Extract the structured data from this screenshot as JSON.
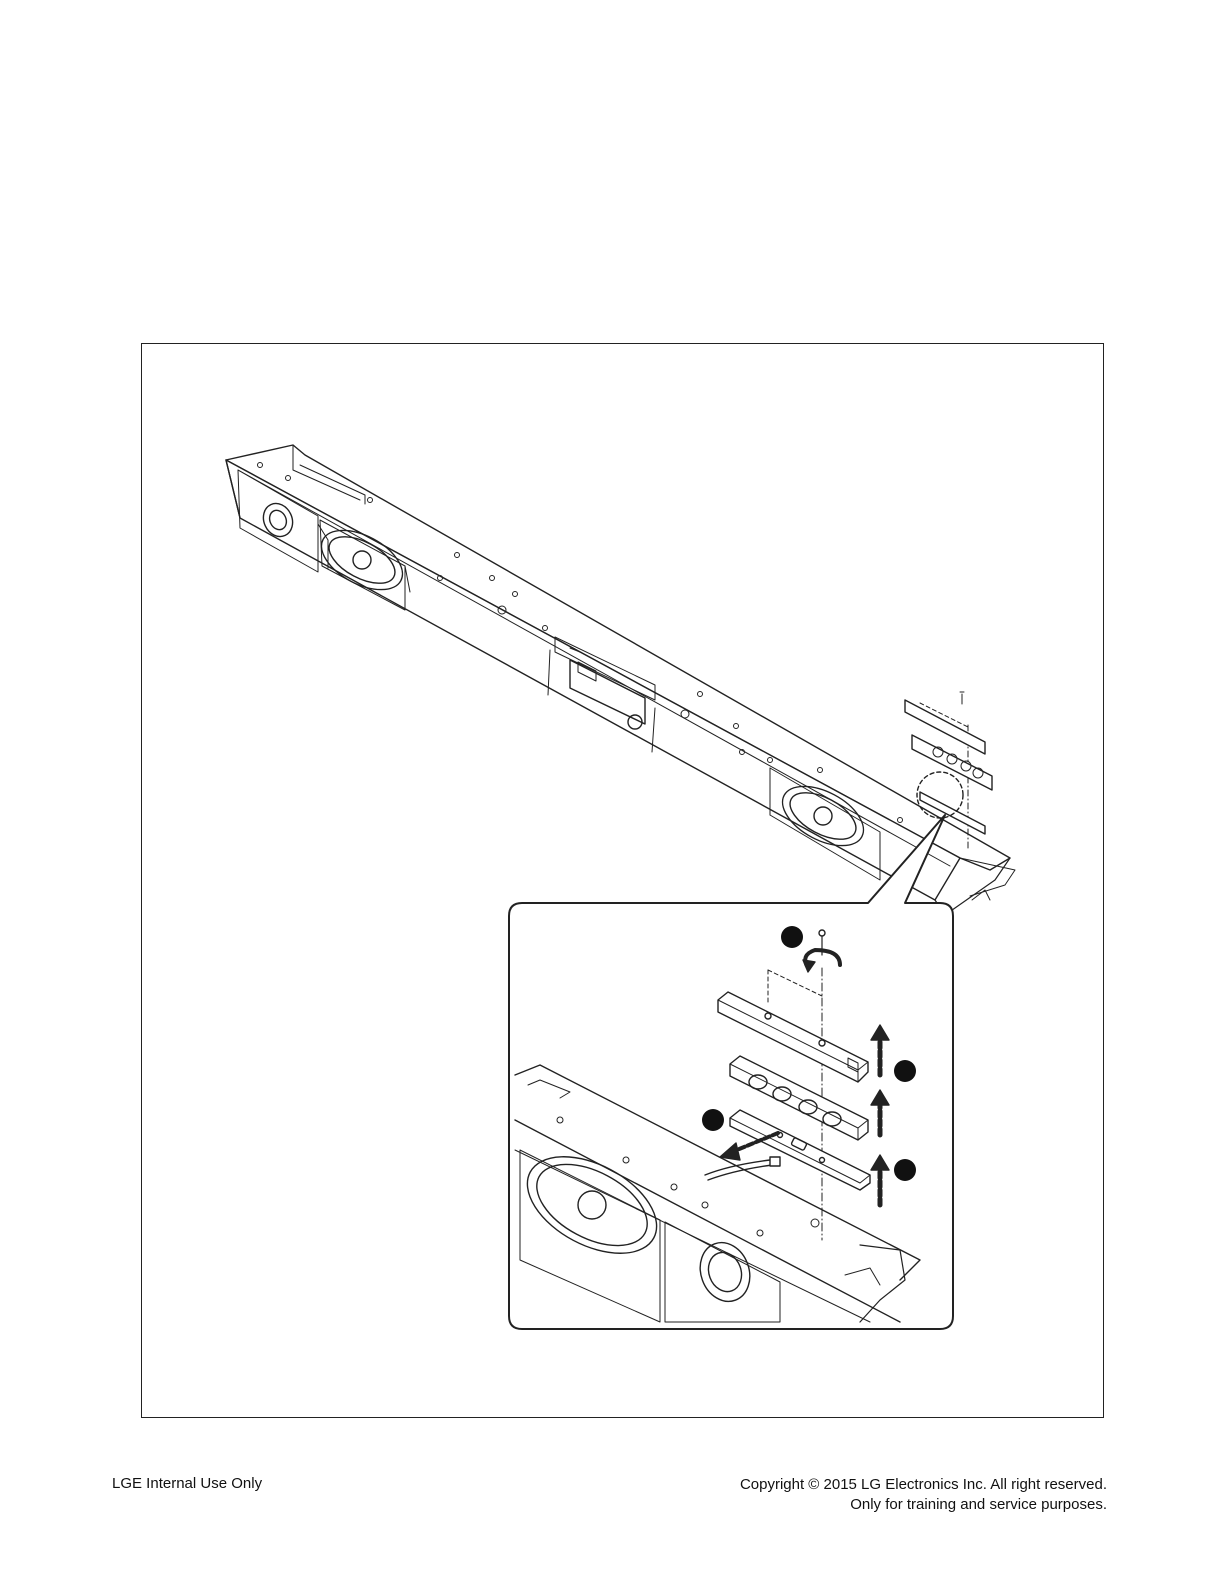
{
  "footer": {
    "left_text": "LGE Internal Use Only",
    "copyright_line1": "Copyright © 2015 LG Electronics Inc. All right reserved.",
    "copyright_line2": "Only for training and service purposes."
  },
  "figure": {
    "type": "exploded-assembly-diagram",
    "callout_markers": [
      "step-1-marker",
      "step-2-marker",
      "step-3-marker",
      "step-4-marker"
    ]
  }
}
